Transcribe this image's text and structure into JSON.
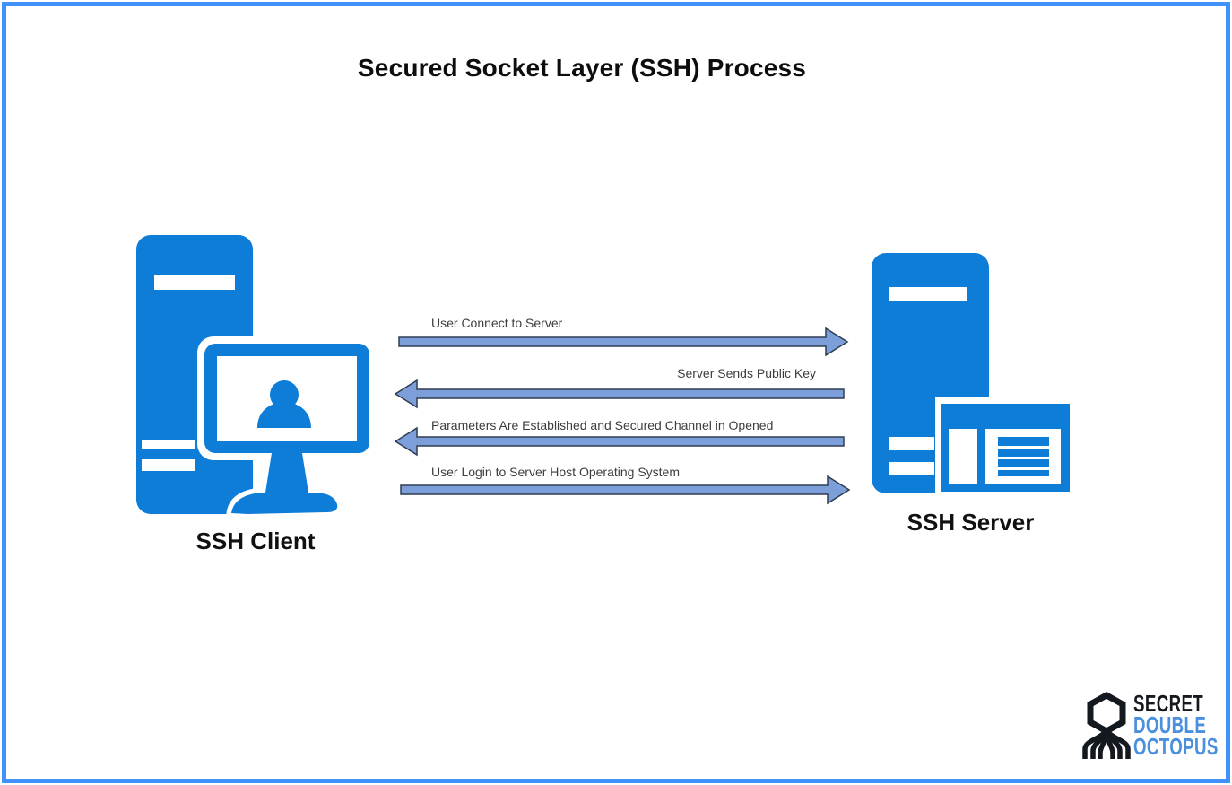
{
  "diagram": {
    "title": "Secured Socket Layer (SSH) Process",
    "client": {
      "label": "SSH Client",
      "icon": "desktop-user-icon"
    },
    "server": {
      "label": "SSH Server",
      "icon": "server-icon"
    },
    "messages": [
      {
        "label": "User Connect to Server",
        "direction": "right",
        "from": "client",
        "to": "server"
      },
      {
        "label": "Server Sends Public Key",
        "direction": "left",
        "from": "server",
        "to": "client"
      },
      {
        "label": "Parameters Are Established and Secured Channel in Opened",
        "direction": "left",
        "from": "server",
        "to": "client"
      },
      {
        "label": "User Login to Server Host Operating System",
        "direction": "right",
        "from": "client",
        "to": "server"
      }
    ],
    "logo": {
      "icon": "octopus-icon",
      "lines": [
        "SECRET",
        "DOUBLE",
        "OCTOPUS"
      ]
    },
    "colors": {
      "frame_border": "#4191fb",
      "icon_blue": "#0d7dd8",
      "arrow_fill": "#7d9fd9",
      "arrow_stroke": "#2e3d52",
      "label_text": "#3d3d3d",
      "logo_dark": "#14191f",
      "logo_blue": "#4a90dd"
    }
  }
}
